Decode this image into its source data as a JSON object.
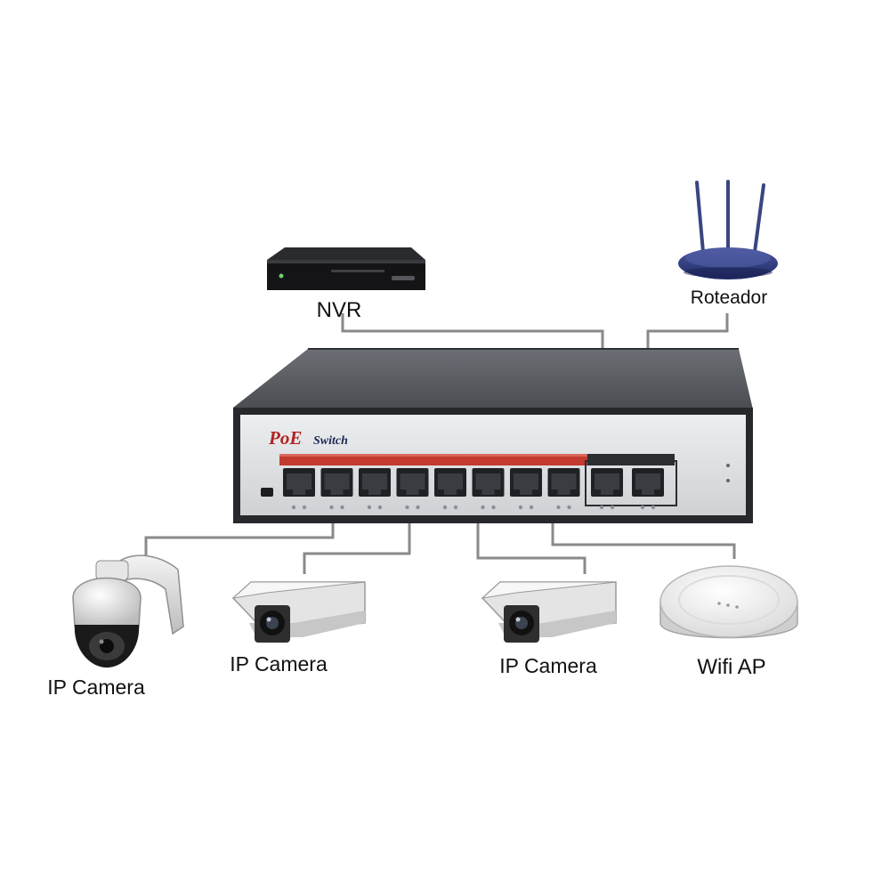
{
  "switch": {
    "brand": "PoE",
    "model": "Switch",
    "poe_port_count": 8,
    "uplink_port_count": 2
  },
  "devices": {
    "nvr": {
      "label": "NVR"
    },
    "router": {
      "label": "Roteador"
    },
    "ptz_camera": {
      "label": "IP Camera"
    },
    "bullet_camera_1": {
      "label": "IP Camera"
    },
    "bullet_camera_2": {
      "label": "IP Camera"
    },
    "wifi_ap": {
      "label": "Wifi AP"
    }
  },
  "colors": {
    "link_line": "#8a8a8a",
    "brand_red": "#b22222",
    "port_strip": "#c33a2e",
    "chassis_dark": "#3b3d42",
    "faceplate": "#dcdde0",
    "router_blue": "#2d3a7a"
  }
}
